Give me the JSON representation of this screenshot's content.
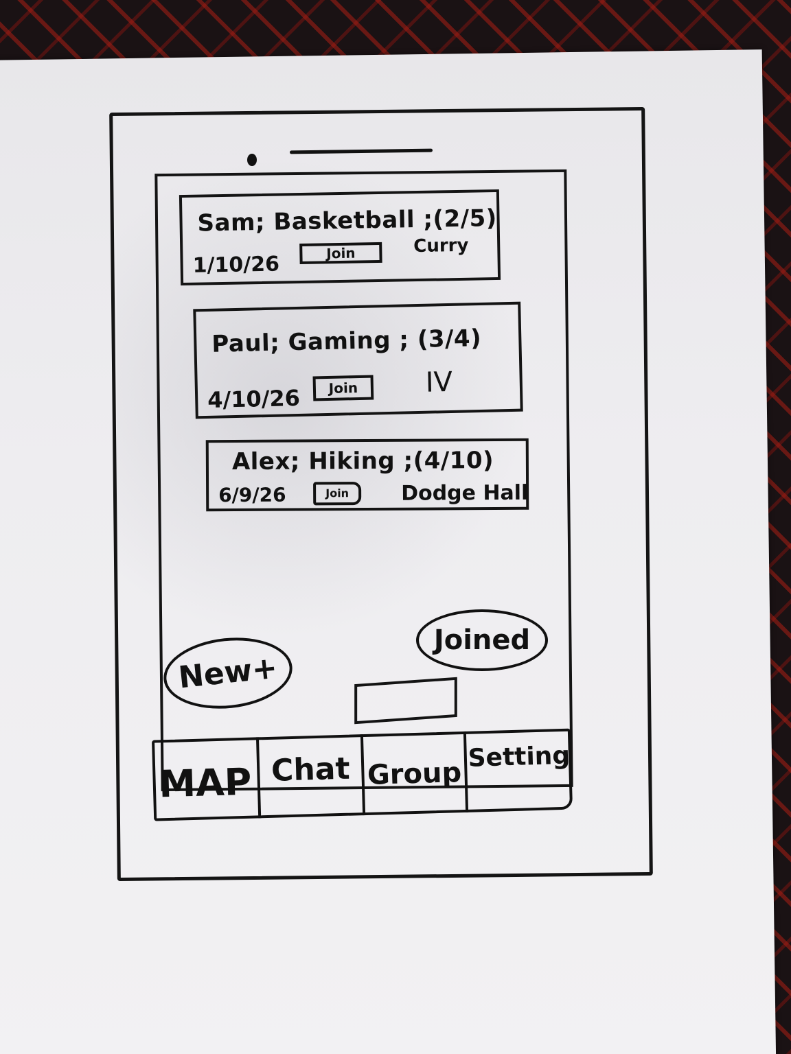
{
  "events": [
    {
      "title": "Sam; Basketball ;(2/5)",
      "date": "1/10/26",
      "join_label": "Join",
      "place": "Curry"
    },
    {
      "title": "Paul; Gaming ; (3/4)",
      "date": "4/10/26",
      "join_label": "Join",
      "place": "IV"
    },
    {
      "title": "Alex; Hiking ;(4/10)",
      "date": "6/9/26",
      "join_label": "Join",
      "place": "Dodge Hall"
    }
  ],
  "actions": {
    "new_label": "New+",
    "joined_label": "Joined"
  },
  "tabbar": {
    "selected": "Group",
    "tabs": [
      {
        "label": "MAP"
      },
      {
        "label": "Chat"
      },
      {
        "label": "Group"
      },
      {
        "label": "Setting"
      }
    ]
  }
}
